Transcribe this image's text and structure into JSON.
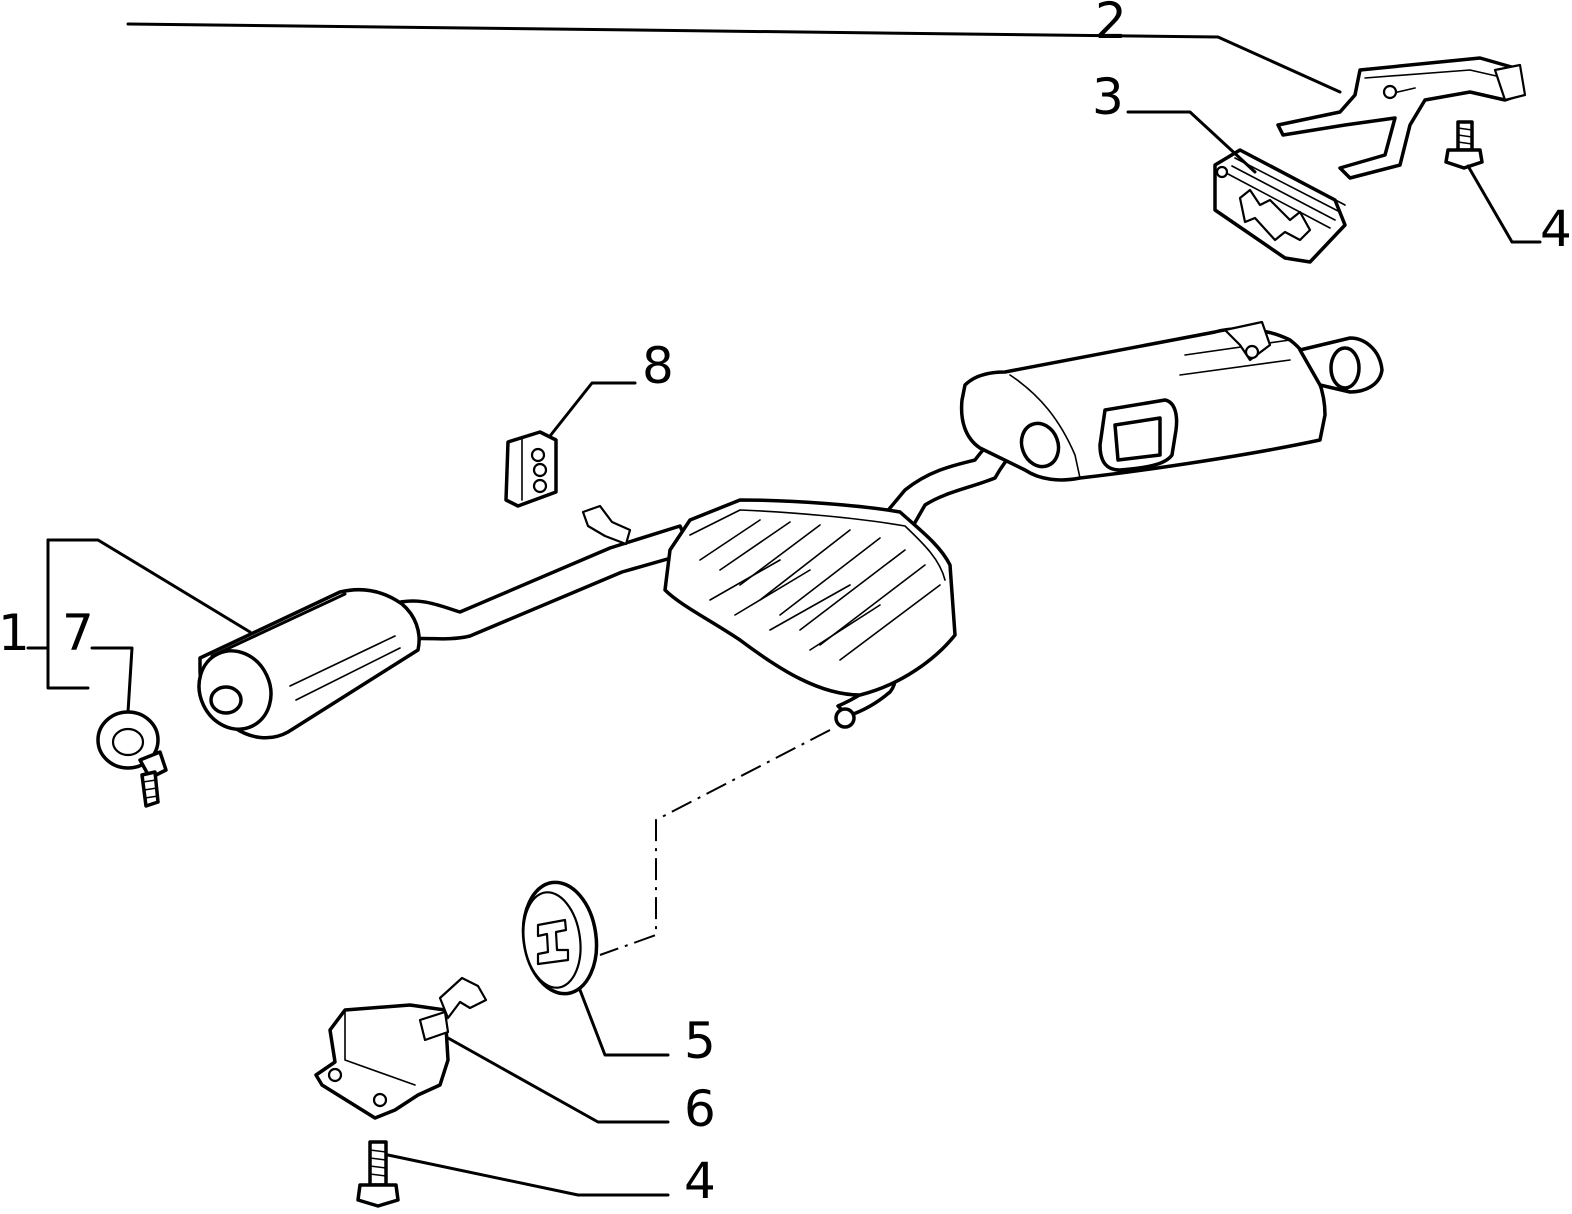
{
  "callouts": {
    "c1": "1",
    "c2": "2",
    "c3": "3",
    "c4_top": "4",
    "c4_bottom": "4",
    "c5": "5",
    "c6": "6",
    "c7": "7",
    "c8": "8"
  }
}
